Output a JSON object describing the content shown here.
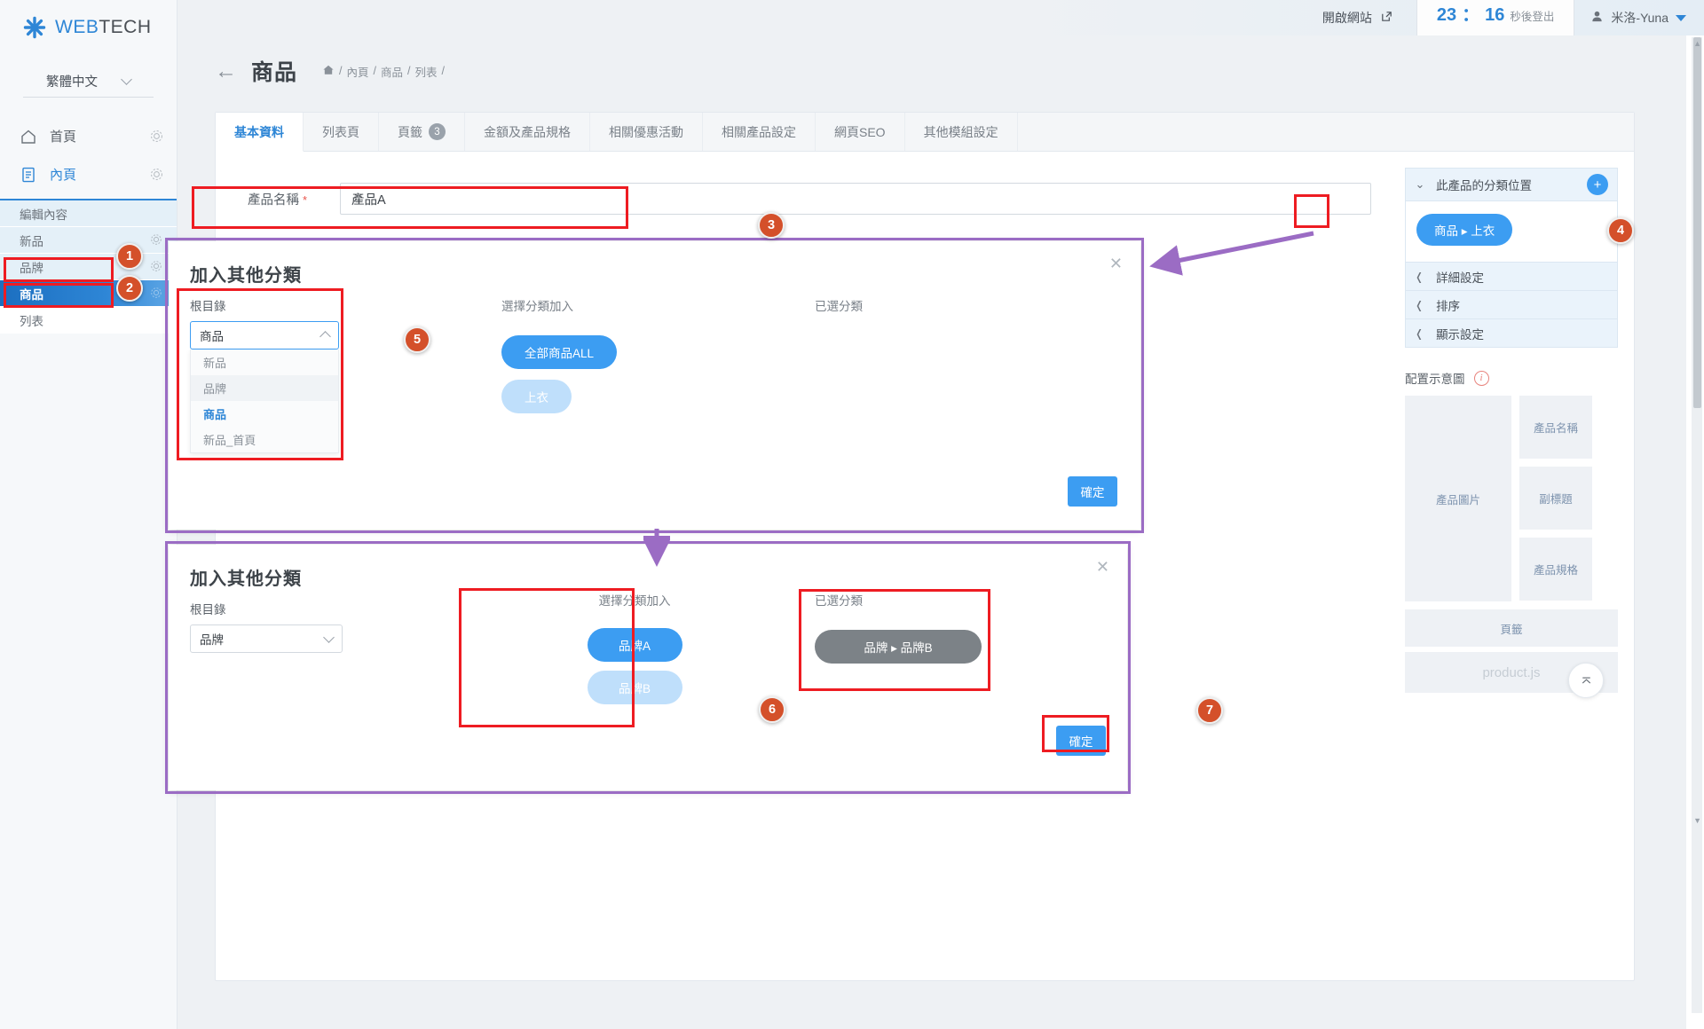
{
  "brand": {
    "web": "WEB",
    "tech": "TECH",
    "icon": "asterisk-logo-icon"
  },
  "sidebar": {
    "language": "繁體中文",
    "nav": [
      {
        "label": "首頁",
        "icon": "home-icon",
        "active": false
      },
      {
        "label": "內頁",
        "icon": "document-icon",
        "active": true
      }
    ],
    "sub_items": [
      {
        "label": "編輯內容",
        "gear": false,
        "state": "normal"
      },
      {
        "label": "新品",
        "gear": true,
        "state": "normal"
      },
      {
        "label": "品牌",
        "gear": true,
        "state": "normal"
      },
      {
        "label": "商品",
        "gear": true,
        "state": "selected"
      },
      {
        "label": "列表",
        "gear": false,
        "state": "plain"
      }
    ]
  },
  "topbar": {
    "open_site": "開啟網站",
    "open_site_icon": "external-link-icon",
    "timer_minutes": "23",
    "timer_colon": "：",
    "timer_seconds": "16",
    "timer_suffix": "秒後登出",
    "user_icon": "user-icon",
    "user_name": "米洛-Yuna"
  },
  "page": {
    "back_icon": "back-arrow-icon",
    "title": "商品",
    "breadcrumb": {
      "home_icon": "home-breadcrumb-icon",
      "items": [
        "內頁",
        "商品",
        "列表"
      ],
      "sep": "/"
    }
  },
  "tabs": [
    {
      "label": "基本資料",
      "active": true
    },
    {
      "label": "列表頁",
      "active": false
    },
    {
      "label": "頁籤",
      "active": false,
      "badge": "3"
    },
    {
      "label": "金額及產品規格",
      "active": false
    },
    {
      "label": "相關優惠活動",
      "active": false
    },
    {
      "label": "相關產品設定",
      "active": false
    },
    {
      "label": "網頁SEO",
      "active": false
    },
    {
      "label": "其他模組設定",
      "active": false
    }
  ],
  "form": {
    "product_name_label": "產品名稱",
    "required_mark": "*",
    "product_name_value": "產品A",
    "product_name_placeholder": ""
  },
  "right_panel": {
    "accordion_title": "此產品的分類位置",
    "chevron_icon": "chevron-down-icon",
    "add_icon": "plus-icon",
    "add_label": "+",
    "current_category": "商品 ▸ 上衣",
    "sections": [
      {
        "label": "詳細設定",
        "icon": "chevron-left-icon"
      },
      {
        "label": "排序",
        "icon": "chevron-left-icon"
      },
      {
        "label": "顯示設定",
        "icon": "chevron-left-icon"
      }
    ],
    "preview_title": "配置示意圖",
    "info_icon": "info-icon",
    "preview_boxes": {
      "image": "產品圖片",
      "name": "產品名稱",
      "subtitle": "副標題",
      "spec": "產品規格",
      "tabs": "頁籤",
      "script": "product.js"
    },
    "scroll_top_icon": "scroll-to-top-icon"
  },
  "modal_1": {
    "title": "加入其他分類",
    "close_icon": "close-icon",
    "root_label": "根目錄",
    "root_value": "商品",
    "dropdown_open": true,
    "dropdown_caret_icon": "chevron-up-icon",
    "options": [
      {
        "label": "新品",
        "state": "normal"
      },
      {
        "label": "品牌",
        "state": "hover"
      },
      {
        "label": "商品",
        "state": "current"
      },
      {
        "label": "新品_首頁",
        "state": "normal"
      }
    ],
    "choose_label": "選擇分類加入",
    "choices": [
      {
        "label": "全部商品ALL",
        "state": "on"
      },
      {
        "label": "上衣",
        "state": "off"
      }
    ],
    "selected_label": "已選分類",
    "selected": [],
    "confirm_label": "確定"
  },
  "modal_2": {
    "title": "加入其他分類",
    "close_icon": "close-icon",
    "root_label": "根目錄",
    "root_value": "品牌",
    "dropdown_open": false,
    "dropdown_caret_icon": "chevron-down-icon",
    "choose_label": "選擇分類加入",
    "choices": [
      {
        "label": "品牌A",
        "state": "on"
      },
      {
        "label": "品牌B",
        "state": "off"
      }
    ],
    "selected_label": "已選分類",
    "selected": [
      {
        "label": "品牌 ▸ 品牌B"
      }
    ],
    "confirm_label": "確定"
  },
  "annotations": {
    "steps": [
      "1",
      "2",
      "3",
      "4",
      "5",
      "6",
      "7"
    ],
    "highlight_color": "#ee1c22",
    "flow_color": "#9b6cc4",
    "bubble_color": "#d4502a"
  }
}
